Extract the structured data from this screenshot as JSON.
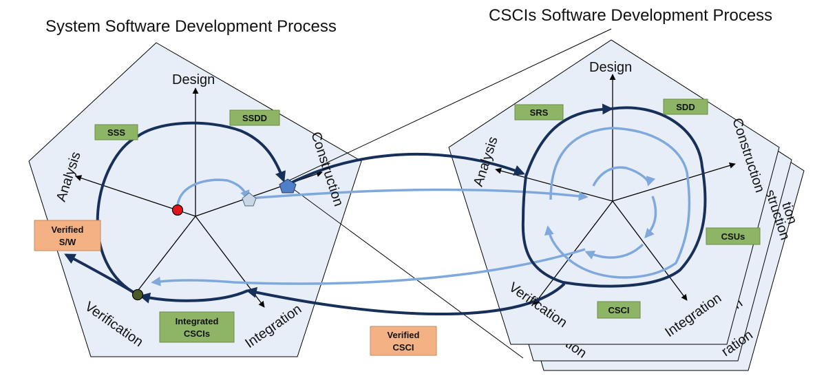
{
  "titles": {
    "system": "System Software Development Process",
    "csci": "CSCIs Software Development Process"
  },
  "system_axes": {
    "design": "Design",
    "construction": "Construction",
    "integration": "Integration",
    "verification": "Verification",
    "analysis": "Analysis"
  },
  "csci_axes": {
    "design": "Design",
    "construction": "Construction",
    "integration": "Integration",
    "verification": "Verification",
    "analysis": "Analysis"
  },
  "back_fragments": {
    "struction": "struction",
    "tion": "tion",
    "gration": "gration",
    "ration": "ration",
    "tion_lower": "tion"
  },
  "system_artifacts": {
    "sss": "SSS",
    "ssdd": "SSDD",
    "integrated_line1": "Integrated",
    "integrated_line2": "CSCIs",
    "verified_sw_line1": "Verified",
    "verified_sw_line2": "S/W"
  },
  "csci_artifacts": {
    "srs": "SRS",
    "sdd": "SDD",
    "csus": "CSUs",
    "csci": "CSCI"
  },
  "interface_artifacts": {
    "verified_csci_line1": "Verified",
    "verified_csci_line2": "CSCI"
  },
  "colors": {
    "pentagon_fill": "#e8eef8",
    "dark_arrow": "#16305a",
    "light_arrow": "#7fa9dc",
    "green_box": "#8db565",
    "orange_box": "#f4b183",
    "start_dot": "#e0161c",
    "end_dot": "#4a5a2a"
  }
}
